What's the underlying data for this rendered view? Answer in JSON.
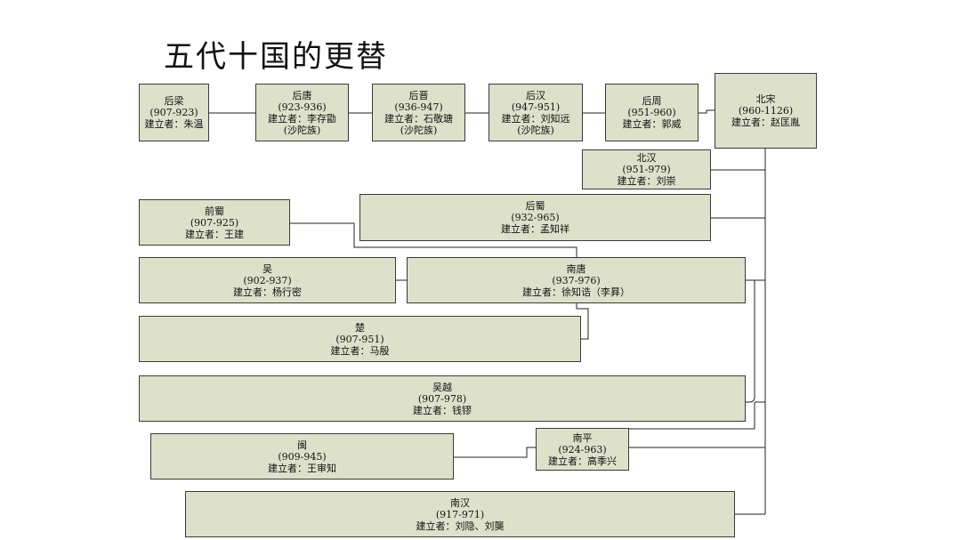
{
  "title": "五代十国的更替",
  "states": {
    "hou_liang": {
      "name": "后梁",
      "years": "(907-923)",
      "founder": "建立者：朱温"
    },
    "hou_tang": {
      "name": "后唐",
      "years": "(923-936)",
      "founder": "建立者：李存勖",
      "note": "(沙陀族)"
    },
    "hou_jin": {
      "name": "后晋",
      "years": "(936-947)",
      "founder": "建立者：石敬瑭",
      "note": "(沙陀族)"
    },
    "hou_han": {
      "name": "后汉",
      "years": "(947-951)",
      "founder": "建立者：刘知远",
      "note": "(沙陀族)"
    },
    "hou_zhou": {
      "name": "后周",
      "years": "(951-960)",
      "founder": "建立者：郭威"
    },
    "bei_song": {
      "name": "北宋",
      "years": "(960-1126)",
      "founder": "建立者：赵匡胤"
    },
    "bei_han": {
      "name": "北汉",
      "years": "(951-979)",
      "founder": "建立者：刘崇"
    },
    "qian_shu": {
      "name": "前蜀",
      "years": "(907-925)",
      "founder": "建立者：王建"
    },
    "hou_shu": {
      "name": "后蜀",
      "years": "(932-965)",
      "founder": "建立者：孟知祥"
    },
    "wu": {
      "name": "吴",
      "years": "(902-937)",
      "founder": "建立者：杨行密"
    },
    "nan_tang": {
      "name": "南唐",
      "years": "(937-976)",
      "founder": "建立者：徐知诰（李昪）"
    },
    "chu": {
      "name": "楚",
      "years": "(907-951)",
      "founder": "建立者：马殷"
    },
    "wu_yue": {
      "name": "吴越",
      "years": "(907-978)",
      "founder": "建立者：钱镠"
    },
    "min": {
      "name": "闽",
      "years": "(909-945)",
      "founder": "建立者：王审知"
    },
    "nan_ping": {
      "name": "南平",
      "years": "(924-963)",
      "founder": "建立者：高季兴"
    },
    "nan_han": {
      "name": "南汉",
      "years": "(917-971)",
      "founder": "建立者：刘隐、刘龑"
    }
  }
}
